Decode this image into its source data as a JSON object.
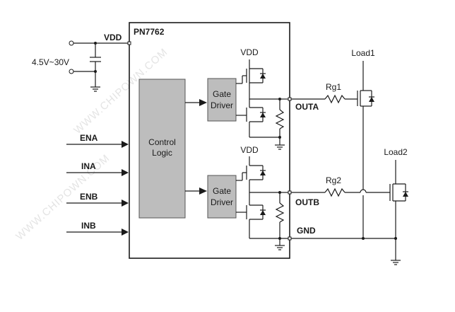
{
  "chip": {
    "name": "PN7762"
  },
  "supply": {
    "pin": "VDD",
    "range": "4.5V~30V"
  },
  "blocks": {
    "control": [
      "Control",
      "Logic"
    ],
    "gate_driver_a": [
      "Gate",
      "Driver"
    ],
    "gate_driver_b": [
      "Gate",
      "Driver"
    ]
  },
  "inputs": [
    "ENA",
    "INA",
    "ENB",
    "INB"
  ],
  "outputs": {
    "a": "OUTA",
    "b": "OUTB",
    "gnd": "GND"
  },
  "internal": {
    "vdd_a": "VDD",
    "vdd_b": "VDD"
  },
  "external": {
    "rg1": "Rg1",
    "rg2": "Rg2",
    "load1": "Load1",
    "load2": "Load2"
  },
  "watermark": "WWW.CHIPOWN.COM"
}
